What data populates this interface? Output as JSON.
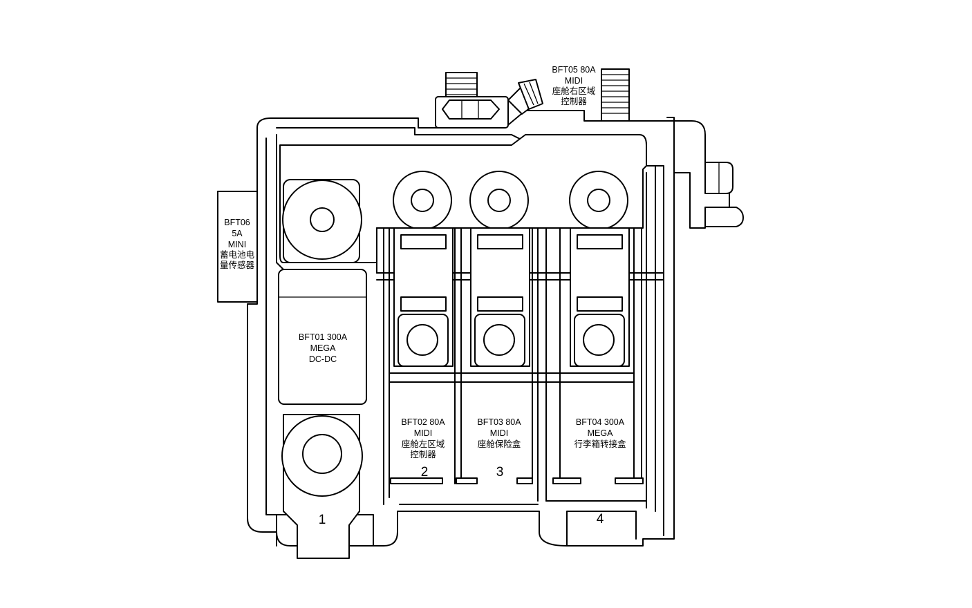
{
  "fuses": [
    {
      "id": "BFT01",
      "lines": [
        "BFT01 300A",
        "MEGA",
        "DC-DC"
      ]
    },
    {
      "id": "BFT02",
      "lines": [
        "BFT02 80A",
        "MIDI",
        "座舱左区域",
        "控制器"
      ]
    },
    {
      "id": "BFT03",
      "lines": [
        "BFT03 80A",
        "MIDI",
        "座舱保险盒"
      ]
    },
    {
      "id": "BFT04",
      "lines": [
        "BFT04 300A",
        "MEGA",
        "行李箱转接盒"
      ]
    },
    {
      "id": "BFT05",
      "lines": [
        "BFT05 80A",
        "MIDI",
        "座舱右区域",
        "控制器"
      ]
    },
    {
      "id": "BFT06",
      "lines": [
        "BFT06",
        "5A",
        "MINI",
        "蓄电池电",
        "量传感器"
      ]
    }
  ],
  "terminals": [
    "1",
    "2",
    "3",
    "4"
  ]
}
